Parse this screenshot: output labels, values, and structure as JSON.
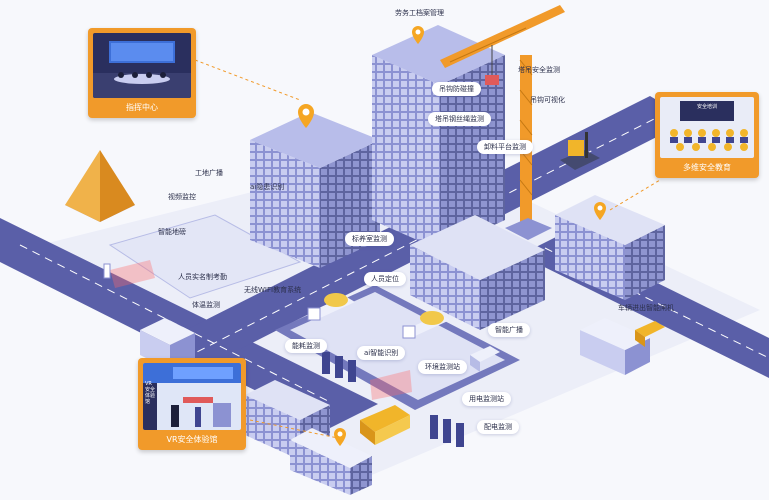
{
  "labels": {
    "labor_archive": "劳务工档案管理",
    "hook_anticollision": "吊钩防碰撞",
    "tower_safety": "塔吊安全监测",
    "hook_visual": "吊钩可视化",
    "wire_rope": "塔吊钢丝绳监测",
    "unloading_platform": "卸料平台监测",
    "site_broadcast": "工地广播",
    "video_monitor": "视频监控",
    "ai_hazard": "ai隐患识别",
    "smart_scale": "智能地磅",
    "curing_room": "标养室监测",
    "personnel_locate": "人员定位",
    "realname_attendance": "人员实名制考勤",
    "wifi_education": "无线WIFI教育系统",
    "temperature": "体温监测",
    "smart_broadcast": "智能广播",
    "vehicle_gate": "车辆进出智能闸机",
    "energy": "能耗监测",
    "ai_recognition": "ai智能识别",
    "env_station": "环境监测站",
    "power_station": "用电监测站",
    "distribution": "配电监测"
  },
  "panels": {
    "command_center": "指挥中心",
    "safety_education": "多维安全教育",
    "safety_screen": "安全培训",
    "vr_experience": "VR安全体验馆",
    "vr_screen": "VR安全体验馆"
  },
  "colors": {
    "accent": "#f19a2a",
    "road": "#5a5fa8",
    "building": "#7d83c6",
    "building_light": "#dfe2f5",
    "pin": "#f5a623"
  }
}
